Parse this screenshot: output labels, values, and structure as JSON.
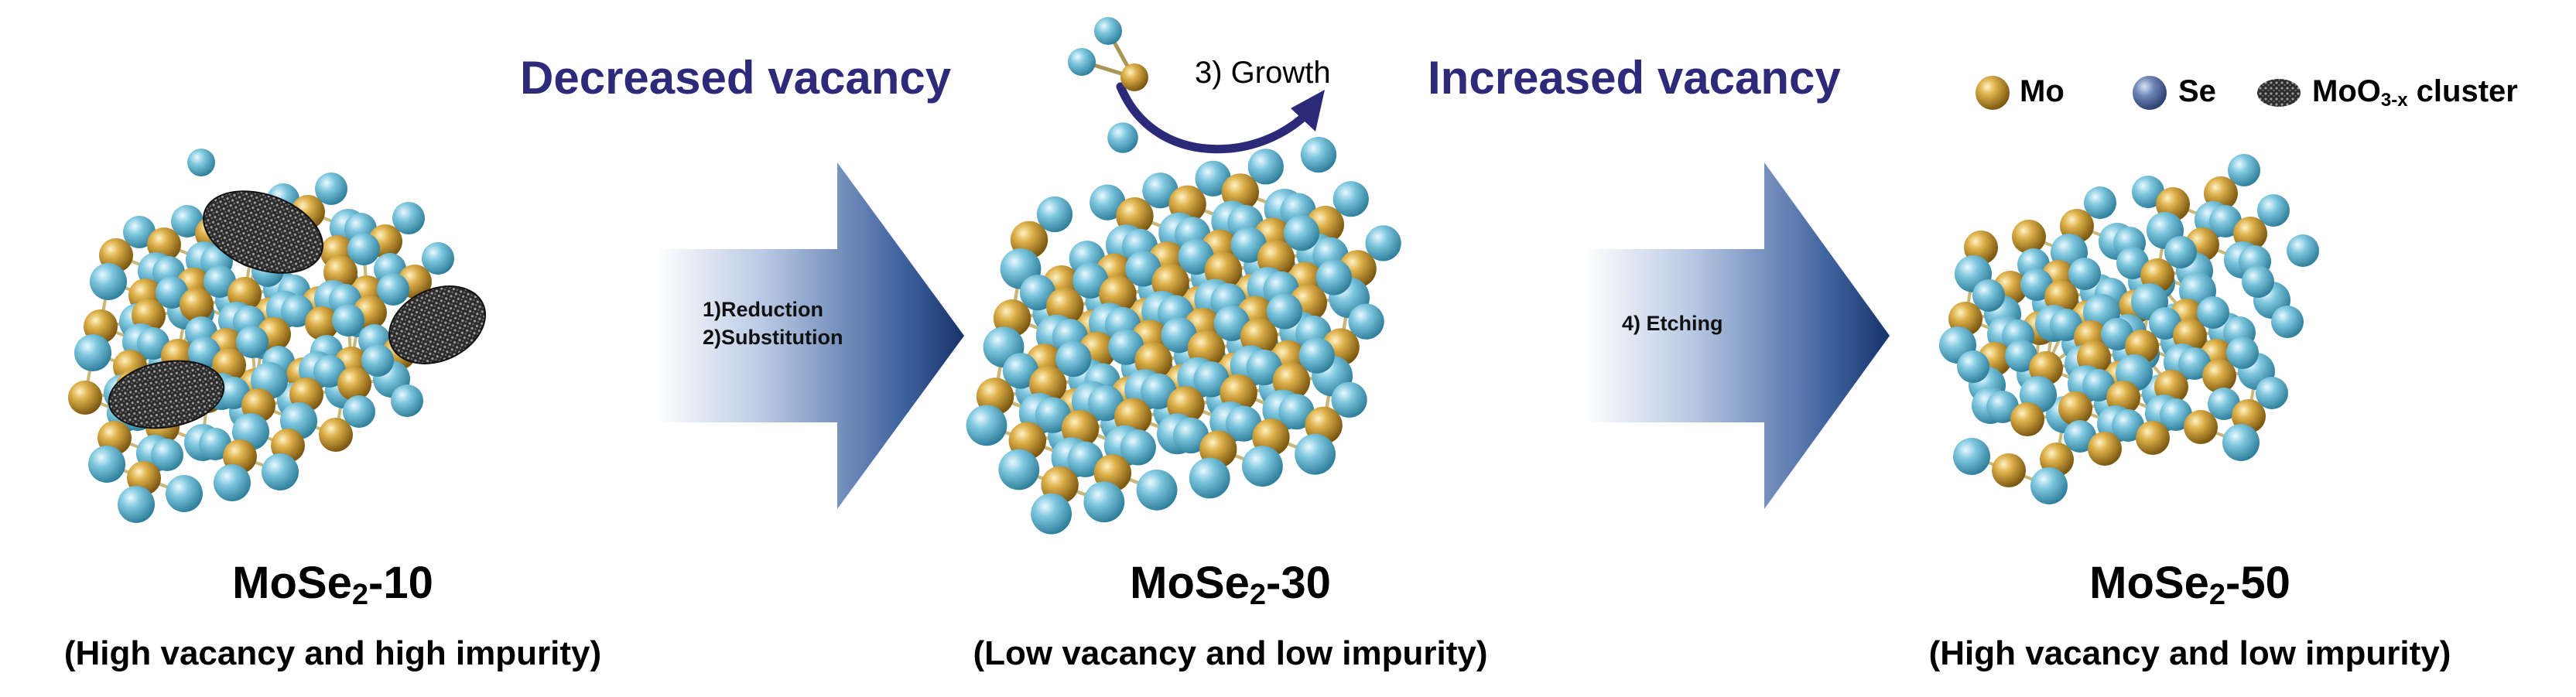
{
  "labels": {
    "decreased_vacancy": "Decreased vacancy",
    "increased_vacancy": "Increased vacancy",
    "growth_step": "3) Growth",
    "reduction_step": "1)Reduction",
    "substitution_step": "2)Substitution",
    "etching_step": "4) Etching"
  },
  "legend": {
    "mo": "Mo",
    "se": "Se",
    "cluster_prefix": "MoO",
    "cluster_sub": "3-x",
    "cluster_suffix": " cluster"
  },
  "samples": [
    {
      "name_prefix": "MoSe",
      "name_sub": "2",
      "name_suffix": "-10",
      "description": "(High vacancy and high impurity)"
    },
    {
      "name_prefix": "MoSe",
      "name_sub": "2",
      "name_suffix": "-30",
      "description": "(Low vacancy and low impurity)"
    },
    {
      "name_prefix": "MoSe",
      "name_sub": "2",
      "name_suffix": "-50",
      "description": "(High vacancy and low impurity)"
    }
  ],
  "colors": {
    "mo_atom": "#c79a2e",
    "se_atom": "#6fbcd6",
    "cluster": "#3a3a3a",
    "vacancy_text": "#2e2a7a",
    "process_arrow": "#1c3d78"
  }
}
